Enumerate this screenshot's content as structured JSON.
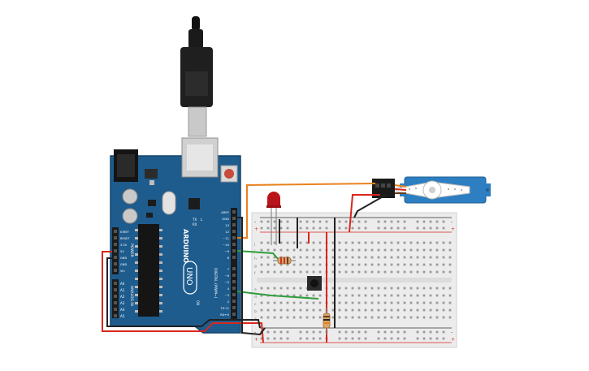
{
  "arduino": {
    "brand": "ARDUINO",
    "model": "UNO",
    "power_header_label": "POWER",
    "analog_header_label": "ANALOG IN",
    "digital_header_label": "DIGITAL (PWM~)",
    "power_pins": [
      "IOREF",
      "RESET",
      "3.3V",
      "5V",
      "GND",
      "GND",
      "Vin"
    ],
    "analog_pins": [
      "A0",
      "A1",
      "A2",
      "A3",
      "A4",
      "A5"
    ],
    "digital_pins_top": [
      "AREF",
      "GND",
      "13",
      "12",
      "~11",
      "~10",
      "~9",
      "8"
    ],
    "digital_pins_bottom": [
      "7",
      "~6",
      "~5",
      "4",
      "~3",
      "2",
      "TX→1",
      "RX←0"
    ],
    "led_labels": [
      "TX",
      "RX",
      "L"
    ],
    "on_label": "ON"
  },
  "breadboard": {
    "row_letters_top": [
      "j",
      "i",
      "h",
      "g",
      "f"
    ],
    "row_letters_bottom": [
      "e",
      "d",
      "c",
      "b",
      "a"
    ],
    "rail_plus": "+",
    "rail_minus": "-"
  },
  "colors": {
    "board": "#1e5c8e",
    "wire_red": "#d9261c",
    "wire_black": "#222222",
    "wire_orange": "#e8821e",
    "wire_green": "#2e9e3a",
    "servo": "#2d7fc1",
    "led": "#b8141a"
  }
}
